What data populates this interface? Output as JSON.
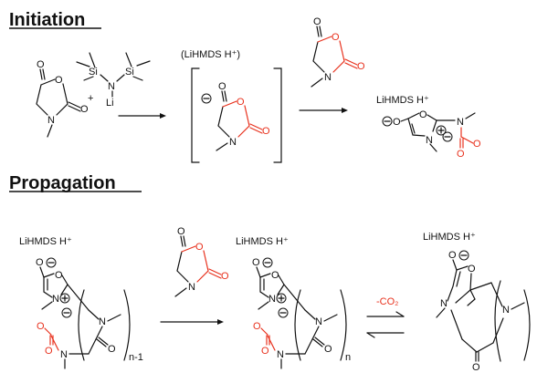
{
  "sections": {
    "initiation": "Initiation",
    "propagation": "Propagation"
  },
  "labels": {
    "lihmds_bracket": "(LiHMDS H⁺)",
    "lihmds_h": "LiHMDS H⁺",
    "plus": "+",
    "minus_co2": "-CO₂",
    "n_minus_1": "n-1",
    "n": "n"
  },
  "atoms": {
    "O": "O",
    "N": "N",
    "Si": "Si",
    "Li": "Li"
  },
  "colors": {
    "black": "#111111",
    "red": "#e8321e"
  }
}
